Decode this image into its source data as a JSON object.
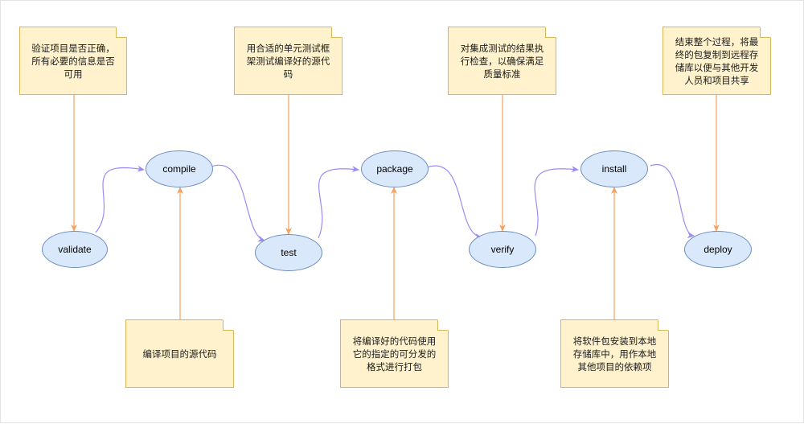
{
  "colors": {
    "phase_fill": "#dae8fc",
    "phase_stroke": "#6c8ebf",
    "note_fill": "#fff2cc",
    "note_stroke": "#d6b656",
    "flow_arrow": "#9b8cf5",
    "note_arrow": "#f4a261"
  },
  "phases": [
    {
      "id": "validate",
      "label": "validate"
    },
    {
      "id": "compile",
      "label": "compile"
    },
    {
      "id": "test",
      "label": "test"
    },
    {
      "id": "package",
      "label": "package"
    },
    {
      "id": "verify",
      "label": "verify"
    },
    {
      "id": "install",
      "label": "install"
    },
    {
      "id": "deploy",
      "label": "deploy"
    }
  ],
  "notes": {
    "validate": "验证项目是否正确，所有必要的信息是否可用",
    "compile": "编译项目的源代码",
    "test": "用合适的单元测试框架测试编译好的源代码",
    "package": "将编译好的代码使用它的指定的可分发的格式进行打包",
    "verify": "对集成测试的结果执行检查，以确保满足质量标准",
    "install": "将软件包安装到本地存储库中，用作本地其他项目的依赖项",
    "deploy": "结束整个过程，将最终的包复制到远程存储库以便与其他开发人员和项目共享"
  }
}
